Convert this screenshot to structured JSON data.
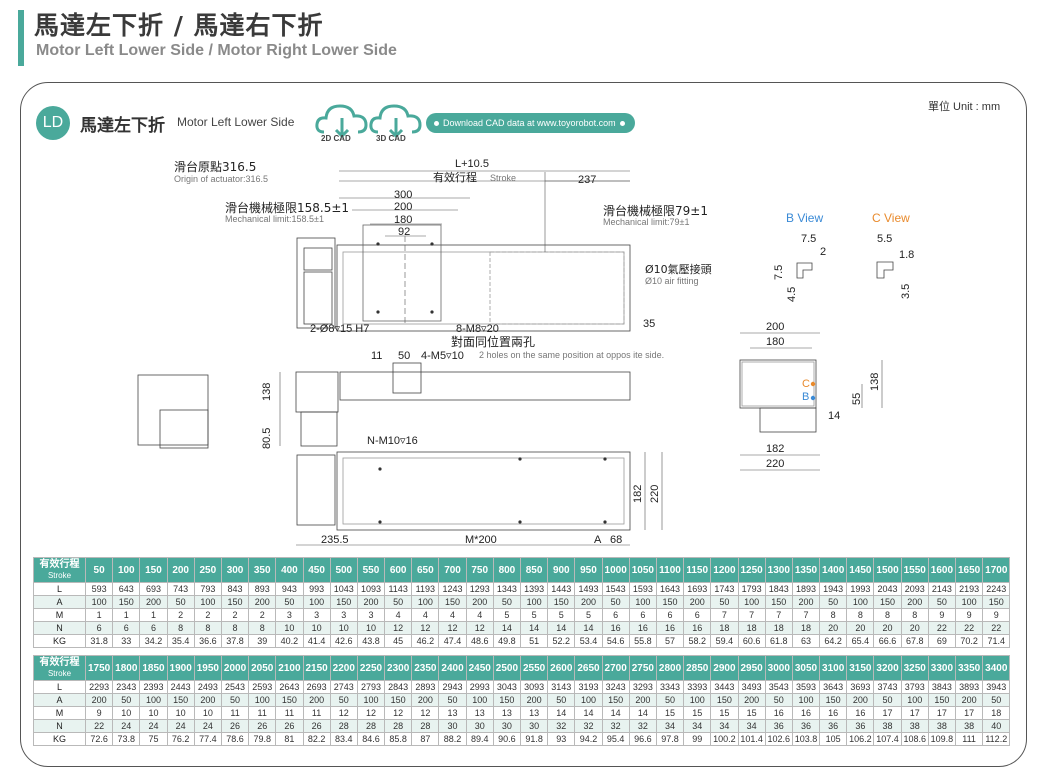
{
  "header": {
    "title": "馬達左下折 / 馬達右下折",
    "subtitle": "Motor Left Lower Side / Motor Right Lower Side"
  },
  "panel": {
    "badge": "LD",
    "title_cn": "馬達左下折",
    "title_en": "Motor Left Lower Side",
    "cad_2d": "2D CAD",
    "cad_3d": "3D CAD",
    "download": "Download CAD data at www.toyorobot.com",
    "units": "單位 Unit : mm"
  },
  "drawing": {
    "origin_cn": "滑台原點316.5",
    "origin_en": "Origin of actuator:316.5",
    "l_plus": "L+10.5",
    "stroke_cn": "有效行程",
    "stroke_en": "Stroke",
    "dim_237": "237",
    "dim_300": "300",
    "dim_200": "200",
    "dim_180": "180",
    "dim_92": "92",
    "mech_left_cn": "滑台機械極限158.5±1",
    "mech_left_en": "Mechanical limit:158.5±1",
    "mech_right_cn": "滑台機械極限79±1",
    "mech_right_en": "Mechanical limit:79±1",
    "air_cn": "Ø10氣壓接頭",
    "air_en": "Ø10 air fitting",
    "hole_pin": "2-Ø8▿15 H7",
    "hole_m8": "8-M8▿20",
    "dim_35": "35",
    "opposite_cn": "對面同位置兩孔",
    "opposite_en": "2 holes on the same position at oppos ite side.",
    "dim_11": "11",
    "dim_50": "50",
    "hole_m5": "4-M5▿10",
    "dim_138": "138",
    "dim_805": "80.5",
    "hole_m10": "N-M10▿16",
    "dim_2355": "235.5",
    "dim_m200": "M*200",
    "dim_a": "A",
    "dim_68": "68",
    "dim_182v": "182",
    "dim_220v": "220",
    "end_200": "200",
    "end_180": "180",
    "end_138": "138",
    "end_55": "55",
    "end_14": "14",
    "end_182": "182",
    "end_220": "220",
    "end_c": "C",
    "end_b": "B",
    "b_view": "B View",
    "c_view": "C View",
    "b_75h": "7.5",
    "b_2": "2",
    "b_75v": "7.5",
    "b_45": "4.5",
    "c_55": "5.5",
    "c_18": "1.8",
    "c_35": "3.5"
  },
  "colors": {
    "accent": "#4aa99b",
    "table_shade": "#e8f3f0",
    "b_view": "#3a8ad6",
    "c_view": "#e98a2c"
  },
  "table1": {
    "head_cn": "有效行程",
    "head_en": "Stroke",
    "strokes": [
      "50",
      "100",
      "150",
      "200",
      "250",
      "300",
      "350",
      "400",
      "450",
      "500",
      "550",
      "600",
      "650",
      "700",
      "750",
      "800",
      "850",
      "900",
      "950",
      "1000",
      "1050",
      "1100",
      "1150",
      "1200",
      "1250",
      "1300",
      "1350",
      "1400",
      "1450",
      "1500",
      "1550",
      "1600",
      "1650",
      "1700"
    ],
    "rows": [
      {
        "label": "L",
        "values": [
          "593",
          "643",
          "693",
          "743",
          "793",
          "843",
          "893",
          "943",
          "993",
          "1043",
          "1093",
          "1143",
          "1193",
          "1243",
          "1293",
          "1343",
          "1393",
          "1443",
          "1493",
          "1543",
          "1593",
          "1643",
          "1693",
          "1743",
          "1793",
          "1843",
          "1893",
          "1943",
          "1993",
          "2043",
          "2093",
          "2143",
          "2193",
          "2243"
        ]
      },
      {
        "label": "A",
        "values": [
          "100",
          "150",
          "200",
          "50",
          "100",
          "150",
          "200",
          "50",
          "100",
          "150",
          "200",
          "50",
          "100",
          "150",
          "200",
          "50",
          "100",
          "150",
          "200",
          "50",
          "100",
          "150",
          "200",
          "50",
          "100",
          "150",
          "200",
          "50",
          "100",
          "150",
          "200",
          "50",
          "100",
          "150"
        ]
      },
      {
        "label": "M",
        "values": [
          "1",
          "1",
          "1",
          "2",
          "2",
          "2",
          "2",
          "3",
          "3",
          "3",
          "3",
          "4",
          "4",
          "4",
          "4",
          "5",
          "5",
          "5",
          "5",
          "6",
          "6",
          "6",
          "6",
          "7",
          "7",
          "7",
          "7",
          "8",
          "8",
          "8",
          "8",
          "9",
          "9",
          "9"
        ]
      },
      {
        "label": "N",
        "values": [
          "6",
          "6",
          "6",
          "8",
          "8",
          "8",
          "8",
          "10",
          "10",
          "10",
          "10",
          "12",
          "12",
          "12",
          "12",
          "14",
          "14",
          "14",
          "14",
          "16",
          "16",
          "16",
          "16",
          "18",
          "18",
          "18",
          "18",
          "20",
          "20",
          "20",
          "20",
          "22",
          "22",
          "22"
        ]
      },
      {
        "label": "KG",
        "values": [
          "31.8",
          "33",
          "34.2",
          "35.4",
          "36.6",
          "37.8",
          "39",
          "40.2",
          "41.4",
          "42.6",
          "43.8",
          "45",
          "46.2",
          "47.4",
          "48.6",
          "49.8",
          "51",
          "52.2",
          "53.4",
          "54.6",
          "55.8",
          "57",
          "58.2",
          "59.4",
          "60.6",
          "61.8",
          "63",
          "64.2",
          "65.4",
          "66.6",
          "67.8",
          "69",
          "70.2",
          "71.4"
        ]
      }
    ]
  },
  "table2": {
    "head_cn": "有效行程",
    "head_en": "Stroke",
    "strokes": [
      "1750",
      "1800",
      "1850",
      "1900",
      "1950",
      "2000",
      "2050",
      "2100",
      "2150",
      "2200",
      "2250",
      "2300",
      "2350",
      "2400",
      "2450",
      "2500",
      "2550",
      "2600",
      "2650",
      "2700",
      "2750",
      "2800",
      "2850",
      "2900",
      "2950",
      "3000",
      "3050",
      "3100",
      "3150",
      "3200",
      "3250",
      "3300",
      "3350",
      "3400"
    ],
    "rows": [
      {
        "label": "L",
        "values": [
          "2293",
          "2343",
          "2393",
          "2443",
          "2493",
          "2543",
          "2593",
          "2643",
          "2693",
          "2743",
          "2793",
          "2843",
          "2893",
          "2943",
          "2993",
          "3043",
          "3093",
          "3143",
          "3193",
          "3243",
          "3293",
          "3343",
          "3393",
          "3443",
          "3493",
          "3543",
          "3593",
          "3643",
          "3693",
          "3743",
          "3793",
          "3843",
          "3893",
          "3943"
        ]
      },
      {
        "label": "A",
        "values": [
          "200",
          "50",
          "100",
          "150",
          "200",
          "50",
          "100",
          "150",
          "200",
          "50",
          "100",
          "150",
          "200",
          "50",
          "100",
          "150",
          "200",
          "50",
          "100",
          "150",
          "200",
          "50",
          "100",
          "150",
          "200",
          "50",
          "100",
          "150",
          "200",
          "50",
          "100",
          "150",
          "200",
          "50"
        ]
      },
      {
        "label": "M",
        "values": [
          "9",
          "10",
          "10",
          "10",
          "10",
          "11",
          "11",
          "11",
          "11",
          "12",
          "12",
          "12",
          "12",
          "13",
          "13",
          "13",
          "13",
          "14",
          "14",
          "14",
          "14",
          "15",
          "15",
          "15",
          "15",
          "16",
          "16",
          "16",
          "16",
          "17",
          "17",
          "17",
          "17",
          "18"
        ]
      },
      {
        "label": "N",
        "values": [
          "22",
          "24",
          "24",
          "24",
          "24",
          "26",
          "26",
          "26",
          "26",
          "28",
          "28",
          "28",
          "28",
          "30",
          "30",
          "30",
          "30",
          "32",
          "32",
          "32",
          "32",
          "34",
          "34",
          "34",
          "34",
          "36",
          "36",
          "36",
          "36",
          "38",
          "38",
          "38",
          "38",
          "40"
        ]
      },
      {
        "label": "KG",
        "values": [
          "72.6",
          "73.8",
          "75",
          "76.2",
          "77.4",
          "78.6",
          "79.8",
          "81",
          "82.2",
          "83.4",
          "84.6",
          "85.8",
          "87",
          "88.2",
          "89.4",
          "90.6",
          "91.8",
          "93",
          "94.2",
          "95.4",
          "96.6",
          "97.8",
          "99",
          "100.2",
          "101.4",
          "102.6",
          "103.8",
          "105",
          "106.2",
          "107.4",
          "108.6",
          "109.8",
          "111",
          "112.2"
        ]
      }
    ]
  }
}
